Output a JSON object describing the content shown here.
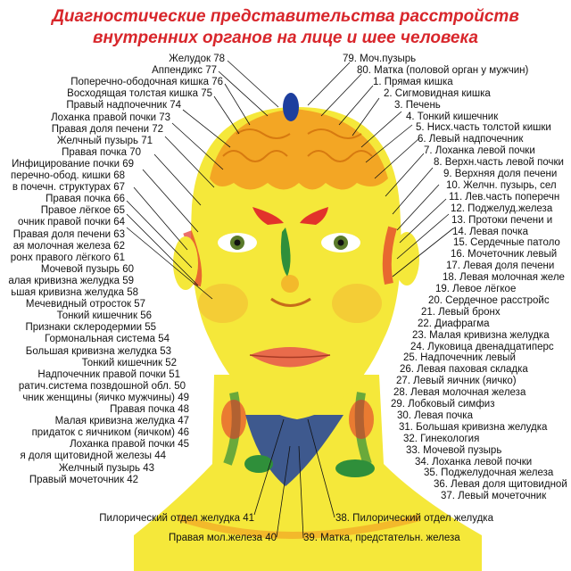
{
  "title": {
    "line1": "Диагностические представительства расстройств",
    "line2": "внутренних органов на лице и шее человека"
  },
  "colors": {
    "title": "#d8262b",
    "face": "#f5e83a",
    "orange": "#f29a21",
    "green": "#2f8f3a",
    "blue": "#1d3f9e",
    "red": "#e2322b"
  },
  "labels_left": [
    "Желудок 78",
    "Аппендикс 77",
    "Поперечно-ободочная кишка 76",
    "Восходящая толстая кишка 75",
    "Правый надпочечник 74",
    "Лоханка правой почки 73",
    "Правая доля печени 72",
    "Желчный пузырь 71",
    "Правая почка 70",
    "Инфицирование почки 69",
    "перечно-обод. кишки 68",
    "в почечн. структурах 67",
    "Правая почка 66",
    "Правое лёгкое 65",
    "очник правой почки 64",
    "Правая доля печени 63",
    "ая молочная железа 62",
    "ронх правого лёгкого 61",
    "Мочевой пузырь 60",
    "алая кривизна желудка 59",
    "ьшая кривизна желудка 58",
    "Мечевидный отросток 57",
    "Тонкий кишечник 56",
    "Признаки склеродермии 55",
    "Гормональная система 54",
    "Большая кривизна желудка 53",
    "Тонкий кишечник 52",
    "Надпочечник правой почки 51",
    "ратич.система позвдошной обл. 50",
    "чник женщины (яичко мужчины) 49",
    "Правая почка 48",
    "Малая кривизна желудка 47",
    "придаток с яичником   (яичком) 46",
    "Лоханка правой почки 45",
    "я доля щитовидной железы 44",
    "Желчный пузырь 43",
    "Правый мочеточник 42"
  ],
  "labels_right": [
    "79. Моч.пузырь",
    "80. Матка (половой орган у мужчин)",
    "1. Прямая кишка",
    "2. Сигмовидная кишка",
    "3. Печень",
    "4. Тонкий кишечник",
    "5. Нисх.часть толстой кишки",
    "6. Левый надпочечник",
    "7. Лоханка левой почки",
    "8. Верхн.часть левой почки",
    "9. Верхняя доля печени",
    "10. Желчн. пузырь, сел",
    "11. Лев.часть поперечн",
    "12. Поджелуд.железа",
    "13. Протоки печени и",
    "14. Левая почка",
    "15. Сердечные патоло",
    "16. Мочеточник левый",
    "17. Левая доля печени",
    "18. Левая молочная желе",
    "19. Левое лёгкое",
    "20. Сердечное расстройс",
    "21. Левый бронх",
    "22. Диафрагма",
    "23. Малая кривизна желудка",
    "24. Луковица двенадцатиперс",
    "25. Надпочечник левый",
    "26. Левая паховая складка",
    "27. Левый яичник (яичко)",
    "28. Левая молочная железа",
    "29. Лобковый симфиз",
    "30. Левая почка",
    "31. Большая кривизна желудка",
    "32. Гинекология",
    "33. Мочевой пузырь",
    "34. Лоханка левой почки",
    "35. Поджелудочная железа",
    "36. Левая доля щитовидной",
    "37. Левый мочеточник"
  ],
  "labels_bottom": [
    "Пилорический отдел желудка 41",
    "Правая мол.железа 40",
    "38. Пилорический отдел желудка",
    "39. Матка, предстательн. железа"
  ]
}
